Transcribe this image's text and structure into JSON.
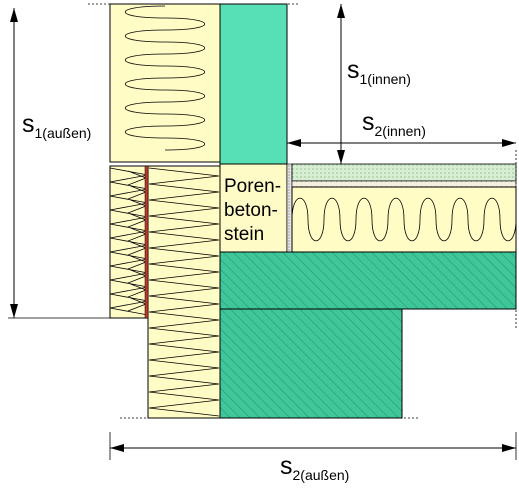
{
  "labels": {
    "s1_outer": {
      "main": "s",
      "sub": "1(außen)"
    },
    "s1_inner": {
      "main": "s",
      "sub": "1(innen)"
    },
    "s2_inner": {
      "main": "s",
      "sub": "2(innen)"
    },
    "s2_outer": {
      "main": "s",
      "sub": "2(außen)"
    },
    "stone_lines": [
      "Poren-",
      "beton-",
      "stein"
    ]
  },
  "colors": {
    "insulation": "#fffcc6",
    "concrete": "#3fc79a",
    "concrete_hatch": "#2a9d76",
    "screed": "#cfe8cc",
    "wall_green": "#57e0b5",
    "stone": "#fffbc7",
    "membrane": "#c0392b",
    "outline": "#000000"
  }
}
